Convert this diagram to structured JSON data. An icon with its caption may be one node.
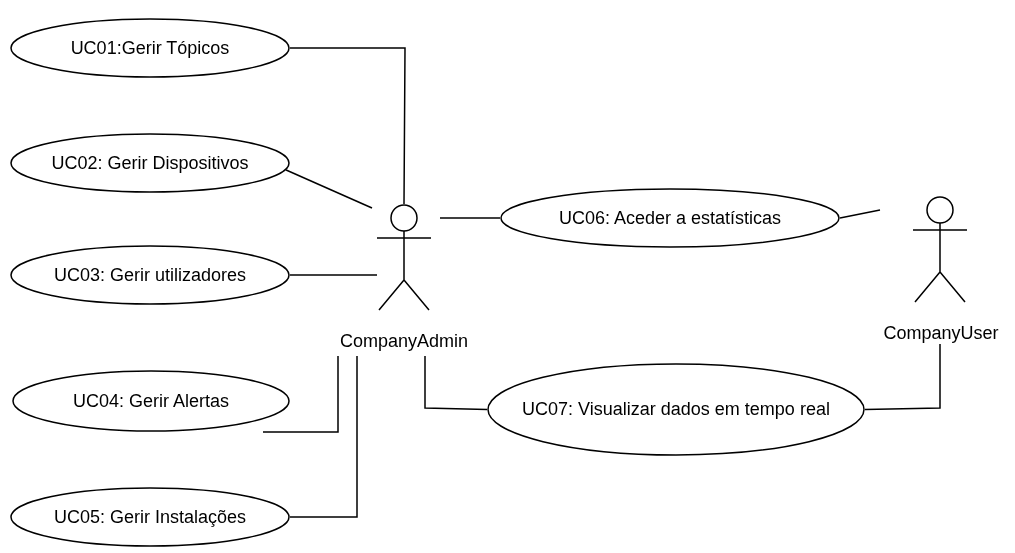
{
  "diagram": {
    "nodes": [
      {
        "text": [
          "UC01:Gerir Tópicos"
        ]
      },
      {
        "text": [
          "UC02: Gerir Dispositivos"
        ]
      },
      {
        "text": [
          "UC03: Gerir utilizadores"
        ]
      },
      {
        "text": [
          "UC04: Gerir Alertas"
        ]
      },
      {
        "text": [
          "UC05: Gerir Instalações"
        ]
      },
      {
        "text": [
          "CompanyAdmin"
        ]
      },
      {
        "text": [
          "UC06: Aceder a estatísticas"
        ]
      },
      {
        "text": [
          "UC07: Visualizar dados em tempo real"
        ]
      },
      {
        "text": [
          "CompanyUser"
        ]
      }
    ],
    "edges": [
      {
        "from": 0,
        "to": 5,
        "arrow": "none"
      },
      {
        "from": 1,
        "to": 5,
        "arrow": "none"
      },
      {
        "from": 2,
        "to": 5,
        "arrow": "none"
      },
      {
        "from": 3,
        "to": 5,
        "arrow": "none"
      },
      {
        "from": 4,
        "to": 5,
        "arrow": "none"
      },
      {
        "from": 5,
        "to": 6,
        "arrow": "none"
      },
      {
        "from": 6,
        "to": 8,
        "arrow": "none"
      },
      {
        "from": 5,
        "to": 7,
        "arrow": "none"
      },
      {
        "from": 7,
        "to": 8,
        "arrow": "none"
      }
    ]
  }
}
